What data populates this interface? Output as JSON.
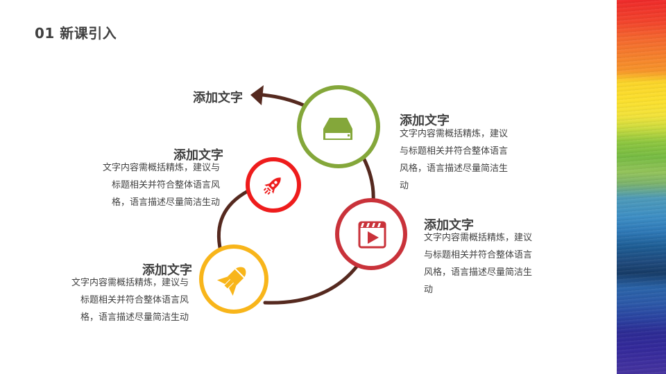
{
  "slide": {
    "title": "01 新课引入"
  },
  "colors": {
    "spiral": "#55291f",
    "green": "#84a73a",
    "red": "#ee1c1c",
    "crimson": "#c9323a",
    "yellow": "#f8b51a",
    "text": "#404040"
  },
  "arrow_label": {
    "heading": "添加文字"
  },
  "items": [
    {
      "id": "green",
      "icon": "hard-drive-icon",
      "heading": "添加文字",
      "body_lines": [
        "文字内容需概括精炼，建议",
        "与标题相关并符合整体语言",
        "风格，语言描述尽量简洁生",
        "动"
      ]
    },
    {
      "id": "red",
      "icon": "rocket-icon",
      "heading": "添加文字",
      "body_lines": [
        "文字内容需概括精炼，建议与",
        "标题相关并符合整体语言风",
        "格，语言描述尽量简洁生动"
      ]
    },
    {
      "id": "crimson",
      "icon": "video-clapper-icon",
      "heading": "添加文字",
      "body_lines": [
        "文字内容需概括精炼，建议",
        "与标题相关并符合整体语言",
        "风格，语言描述尽量简洁生",
        "动"
      ]
    },
    {
      "id": "yellow",
      "icon": "missile-icon",
      "heading": "添加文字",
      "body_lines": [
        "文字内容需概括精炼，建议与",
        "标题相关并符合整体语言风",
        "格，语言描述尽量简洁生动"
      ]
    }
  ]
}
